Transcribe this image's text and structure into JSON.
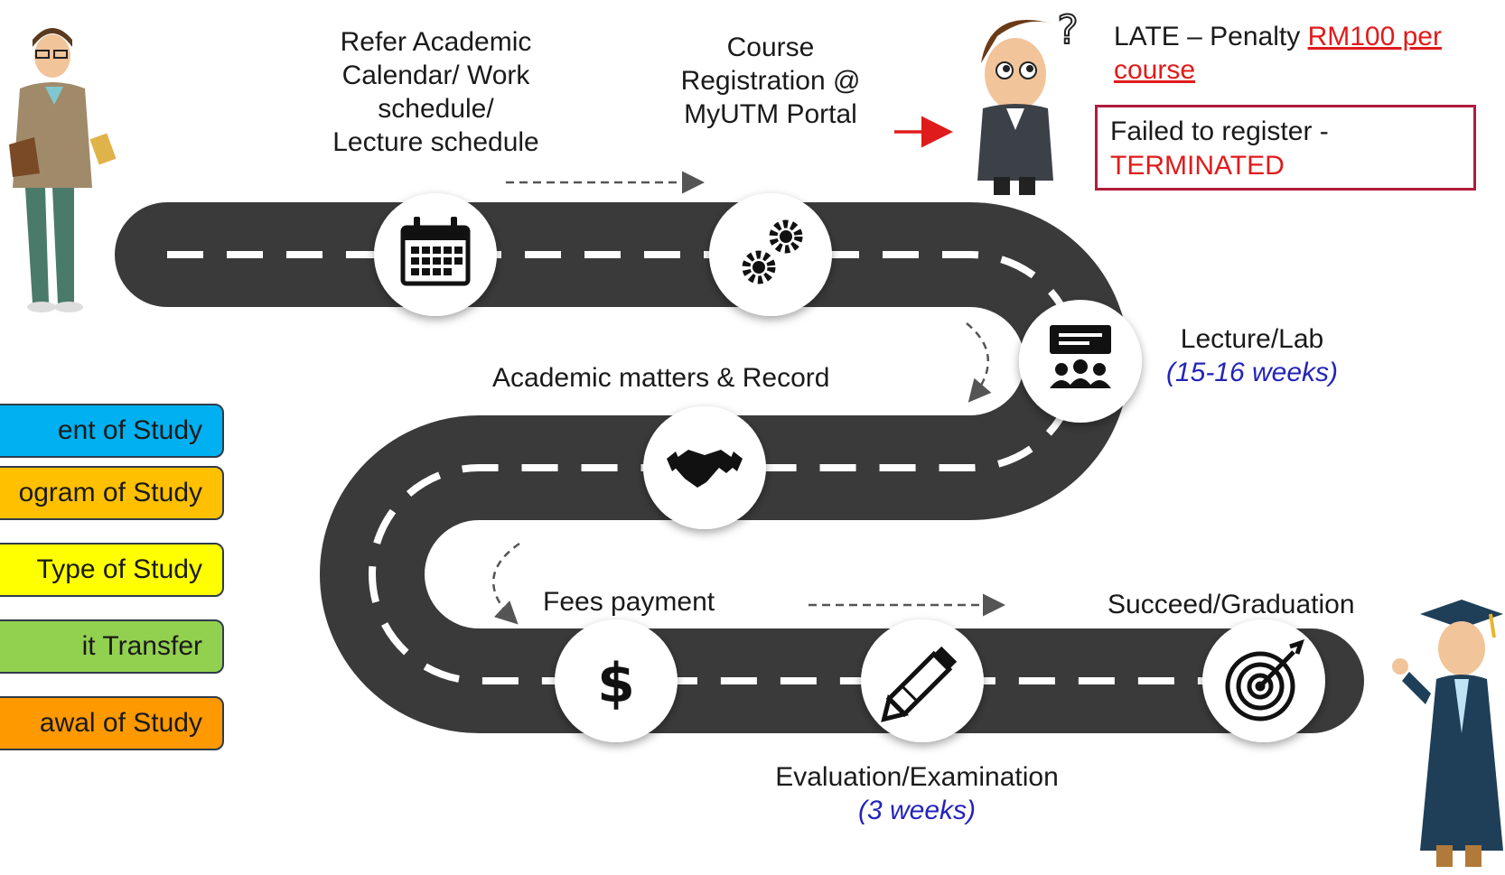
{
  "steps": {
    "refer": [
      "Refer Academic",
      "Calendar/ Work",
      "schedule/",
      "Lecture schedule"
    ],
    "registration": [
      "Course",
      "Registration @",
      "MyUTM Portal"
    ],
    "lecture": {
      "title": "Lecture/Lab",
      "duration": "(15-16 weeks)"
    },
    "academic": "Academic matters & Record",
    "fees": "Fees payment",
    "evaluation": {
      "title": "Evaluation/Examination",
      "duration": "(3 weeks)"
    },
    "graduation": "Succeed/Graduation"
  },
  "warning": {
    "late_prefix": "LATE – Penalty ",
    "late_penalty_line1": "RM100 per",
    "late_penalty_line2": "course",
    "failed_line1": "Failed to register -",
    "failed_line2": "TERMINATED"
  },
  "side_buttons": [
    {
      "label": "ent of Study",
      "color": "#00b0f0"
    },
    {
      "label": "ogram of Study",
      "color": "#ffc000"
    },
    {
      "label": "Type of Study",
      "color": "#ffff00"
    },
    {
      "label": "it Transfer",
      "color": "#92d050"
    },
    {
      "label": "awal of Study",
      "color": "#ff9900"
    }
  ],
  "icons": {
    "calendar": "calendar-icon",
    "registration": "gears-icon",
    "lecture": "presentation-icon",
    "academic": "handshake-icon",
    "fees": "dollar-icon",
    "evaluation": "pencil-icon",
    "graduation": "target-icon"
  },
  "colors": {
    "road": "#3a3a3a",
    "dash": "#ffffff",
    "accent_red": "#e01b1b",
    "accent_blue": "#2424b8",
    "box_border": "#b11c3c"
  }
}
